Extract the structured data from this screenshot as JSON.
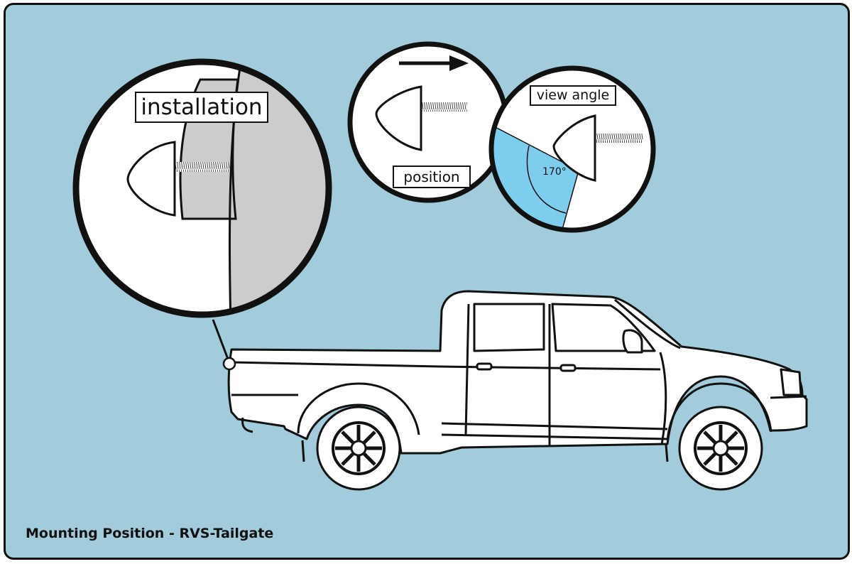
{
  "colors": {
    "background": "#a2ccdc",
    "outline": "#111111",
    "panel_gray": "#cccccc",
    "view_cone": "#7dcdef",
    "white": "#ffffff"
  },
  "callouts": {
    "installation_label": "installation",
    "position_label": "position",
    "view_angle_label": "view angle",
    "angle_value": "170°"
  },
  "caption": "Mounting Position - RVS-Tailgate",
  "icons": [
    "camera-icon",
    "arrow-right-icon",
    "pickup-truck-icon"
  ]
}
